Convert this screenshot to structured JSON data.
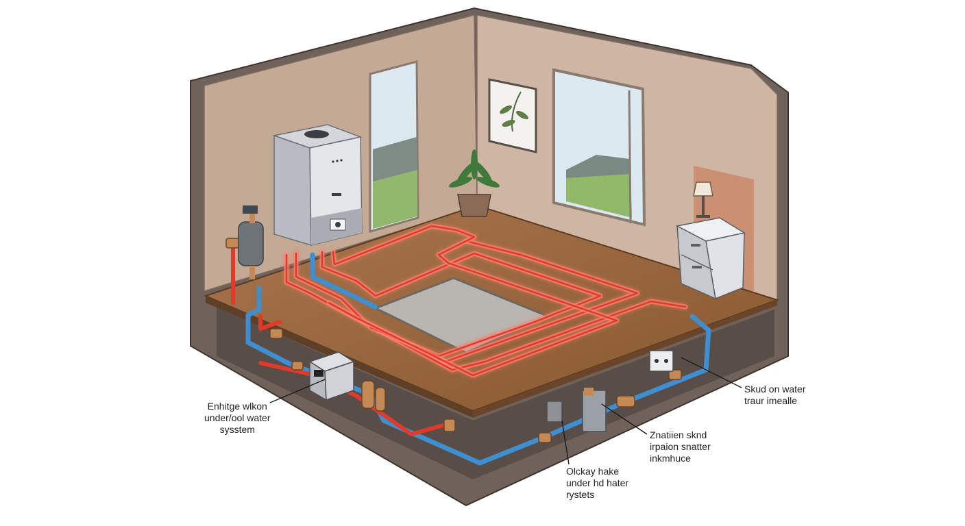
{
  "colors": {
    "wall": "#c6ab98",
    "wall_right": "#cdb3a0",
    "wall_edge": "#7d6d63",
    "floor": "#9a6841",
    "floor_edge": "#5c3a22",
    "soil": "#857568",
    "hot_pipe": "#e03a2c",
    "hot_glow": "#ff8a76",
    "cold_pipe": "#3f8fd0",
    "boiler": "#e3e5e8",
    "sky": "#dbe8ef",
    "grass": "#8fb86a",
    "hills": "#7a8a82"
  },
  "icons": [
    "boiler-icon",
    "plant-icon",
    "lamp-icon",
    "nightstand-icon",
    "pressure-vessel-icon",
    "control-box-icon",
    "valve-icon",
    "framed-picture-icon"
  ],
  "callouts": {
    "left": "Enhitge wlkon\nunder/ool water\nsysstem",
    "right": "Skud on water\ntraur imealle",
    "mid": "Znatiien sknd\nirpaion snatter\ninkmhuce",
    "bottom": "Olckay hake\nunder hd hater\nrystets"
  }
}
